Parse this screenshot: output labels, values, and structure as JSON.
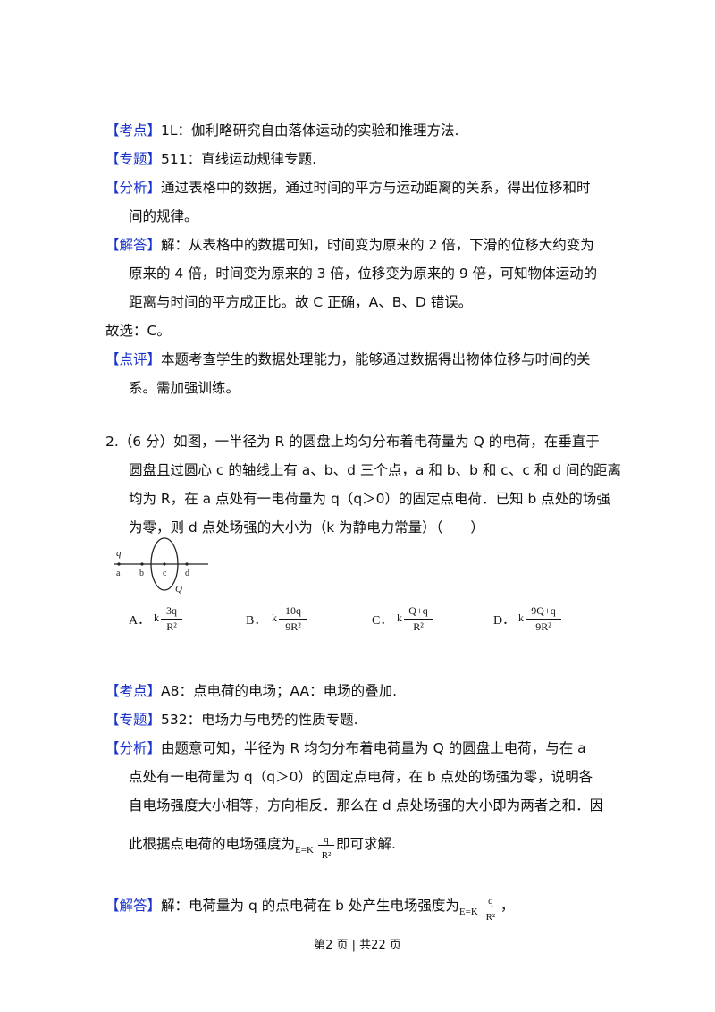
{
  "section1": {
    "kaodian_tag": "【考点】",
    "kaodian_text": "1L：伽利略研究自由落体运动的实验和推理方法.",
    "zhuanti_tag": "【专题】",
    "zhuanti_text": "511：直线运动规律专题.",
    "fenxi_tag": "【分析】",
    "fenxi_line1": "通过表格中的数据，通过时间的平方与运动距离的关系，得出位移和时",
    "fenxi_line2": "间的规律。",
    "jieda_tag": "【解答】",
    "jieda_line1": "解：从表格中的数据可知，时间变为原来的 2 倍，下滑的位移大约变为",
    "jieda_line2": "原来的 4 倍，时间变为原来的 3 倍，位移变为原来的 9 倍，可知物体运动的",
    "jieda_line3": "距离与时间的平方成正比。故 C 正确，A、B、D 错误。",
    "guxuan": "故选：C。",
    "dianping_tag": "【点评】",
    "dianping_line1": "本题考查学生的数据处理能力，能够通过数据得出物体位移与时间的关",
    "dianping_line2": "系。需加强训练。"
  },
  "question2": {
    "line1": "2.（6 分）如图，一半径为 R 的圆盘上均匀分布着电荷量为 Q 的电荷，在垂直于",
    "line2": "圆盘且过圆心 c 的轴线上有 a、b、d 三个点，a 和 b、b 和 c、c 和 d 间的距离",
    "line3": "均为 R，在 a 点处有一电荷量为 q（q＞0）的固定点电荷．已知 b 点处的场强",
    "line4": "为零，则 d 点处场强的大小为（k 为静电力常量）（　　）",
    "figure_labels": {
      "q": "q",
      "a": "a",
      "b": "b",
      "c": "c",
      "d": "d",
      "Q": "Q"
    },
    "options": [
      {
        "label": "A．",
        "k": "k",
        "num": "3q",
        "den": "R²"
      },
      {
        "label": "B．",
        "k": "k",
        "num": "10q",
        "den": "9R²"
      },
      {
        "label": "C．",
        "k": "k",
        "num": "Q+q",
        "den": "R²"
      },
      {
        "label": "D．",
        "k": "k",
        "num": "9Q+q",
        "den": "9R²"
      }
    ]
  },
  "section2": {
    "kaodian_tag": "【考点】",
    "kaodian_text": "A8：点电荷的电场；AA：电场的叠加.",
    "zhuanti_tag": "【专题】",
    "zhuanti_text": "532：电场力与电势的性质专题.",
    "fenxi_tag": "【分析】",
    "fenxi_line1": "由题意可知，半径为 R 均匀分布着电荷量为 Q 的圆盘上电荷，与在 a",
    "fenxi_line2": "点处有一电荷量为 q（q＞0）的固定点电荷，在 b 点处的场强为零，说明各",
    "fenxi_line3": "自电场强度大小相等，方向相反．那么在 d 点处场强的大小即为两者之和．因",
    "fenxi_line4_pre": "此根据点电荷的电场强度为",
    "fenxi_line4_post": "即可求解.",
    "formula_lhs": "E=K",
    "formula_num": "q",
    "formula_den": "R²",
    "jieda_tag": "【解答】",
    "jieda_pre": "解：电荷量为 q 的点电荷在 b 处产生电场强度为",
    "jieda_post": "，"
  },
  "footer": {
    "text": "第2 页  |  共22 页"
  }
}
